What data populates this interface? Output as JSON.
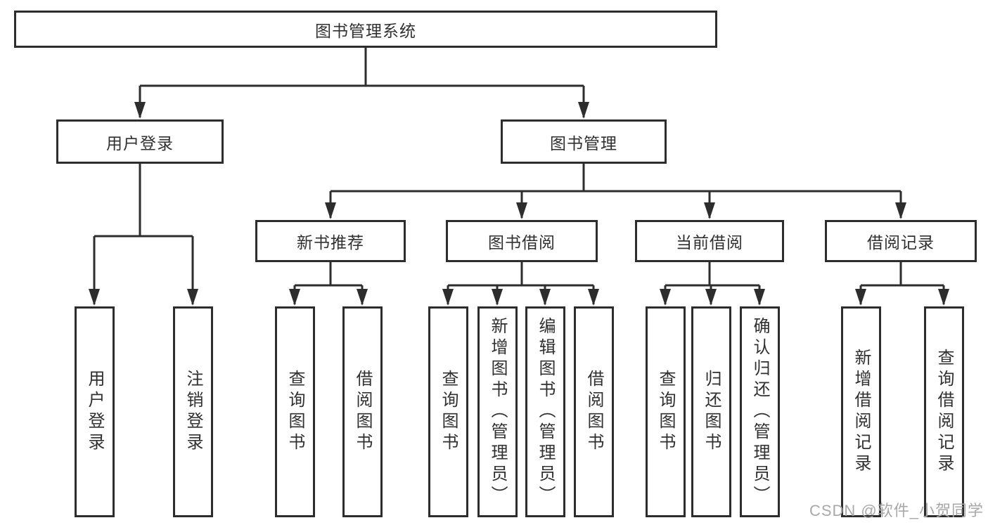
{
  "diagram": {
    "root": {
      "label": "图书管理系统"
    },
    "branches": [
      {
        "label": "用户登录",
        "children": [
          {
            "label": "用户登录"
          },
          {
            "label": "注销登录"
          }
        ]
      },
      {
        "label": "图书管理",
        "children": [
          {
            "label": "新书推荐",
            "children": [
              {
                "label": "查询图书"
              },
              {
                "label": "借阅图书"
              }
            ]
          },
          {
            "label": "图书借阅",
            "children": [
              {
                "label": "查询图书"
              },
              {
                "label": "新增图书（管理员）"
              },
              {
                "label": "编辑图书（管理员）"
              },
              {
                "label": "借阅图书"
              }
            ]
          },
          {
            "label": "当前借阅",
            "children": [
              {
                "label": "查询图书"
              },
              {
                "label": "归还图书"
              },
              {
                "label": "确认归还（管理员）"
              }
            ]
          },
          {
            "label": "借阅记录",
            "children": [
              {
                "label": "新增借阅记录"
              },
              {
                "label": "查询借阅记录"
              }
            ]
          }
        ]
      }
    ],
    "watermark": "CSDN @软件_小贺同学",
    "colors": {
      "line": "#2d2d2d",
      "text": "#303030",
      "watermark": "#a8a8a8",
      "background": "#ffffff"
    }
  }
}
